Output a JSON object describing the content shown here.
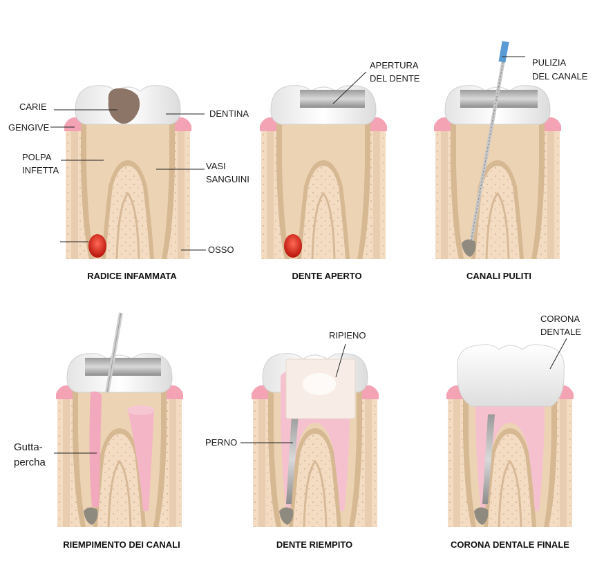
{
  "panels": [
    {
      "caption": "RADICE INFAMMATA"
    },
    {
      "caption": "DENTE APERTO"
    },
    {
      "caption": "CANALI PULITI"
    },
    {
      "caption": "RIEMPIMENTO DEI CANALI"
    },
    {
      "caption": "DENTE RIEMPITO"
    },
    {
      "caption": "CORONA DENTALE FINALE"
    }
  ],
  "labels": {
    "carie": "CARIE",
    "gengive": "GENGIVE",
    "polpa_1": "POLPA",
    "polpa_2": "INFETTA",
    "dentina": "DENTINA",
    "vasi_1": "VASI",
    "vasi_2": "SANGUINI",
    "osso": "OSSO",
    "apertura_1": "APERTURA",
    "apertura_2": "DEL DENTE",
    "pulizia_1": "PULIZIA",
    "pulizia_2": "DEL CANALE",
    "gutta_1": "Gutta-",
    "gutta_2": "percha",
    "perno": "PERNO",
    "ripieno": "RIPIENO",
    "corona_1": "CORONA",
    "corona_2": "DENTALE"
  },
  "colors": {
    "gum": "#f4a3b5",
    "bone": "#f3dcc2",
    "bone_dots": "#caa68a",
    "enamel": "#f2f2f2",
    "dentin": "#e7c9a6",
    "pulp_infected": "#d8291f",
    "pulp_clean": "#a77c57",
    "gutta_percha": "#f2a8bd",
    "metal": "#a9a9a9",
    "filling": "#f6ebe4",
    "crown": "#fafafa"
  }
}
